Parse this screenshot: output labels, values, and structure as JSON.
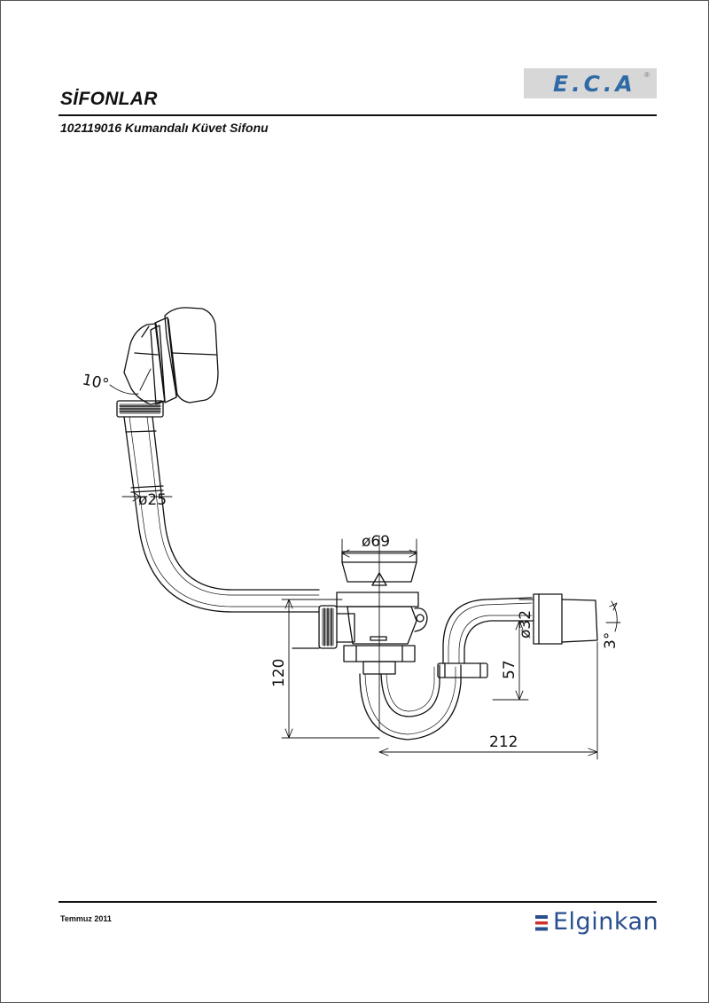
{
  "header": {
    "title": "SİFONLAR",
    "subtitle": "102119016 Kumandalı Küvet Sifonu",
    "logo_text": "E.C.A",
    "logo_registered": "®"
  },
  "drawing": {
    "dimensions": {
      "angle_overflow": "10°",
      "pipe_diameter": "ø25",
      "drain_diameter": "ø69",
      "outlet_diameter": "ø32",
      "angle_outlet": "3°",
      "height_total": "120",
      "height_outlet": "57",
      "width_total": "212"
    }
  },
  "footer": {
    "date": "Temmuz 2011",
    "brand": "Elginkan"
  },
  "colors": {
    "logo_blue": "#2f6aa6",
    "brand_blue": "#2a4f8f",
    "brand_red": "#d0312d",
    "logo_bg": "#d7d7d7"
  }
}
